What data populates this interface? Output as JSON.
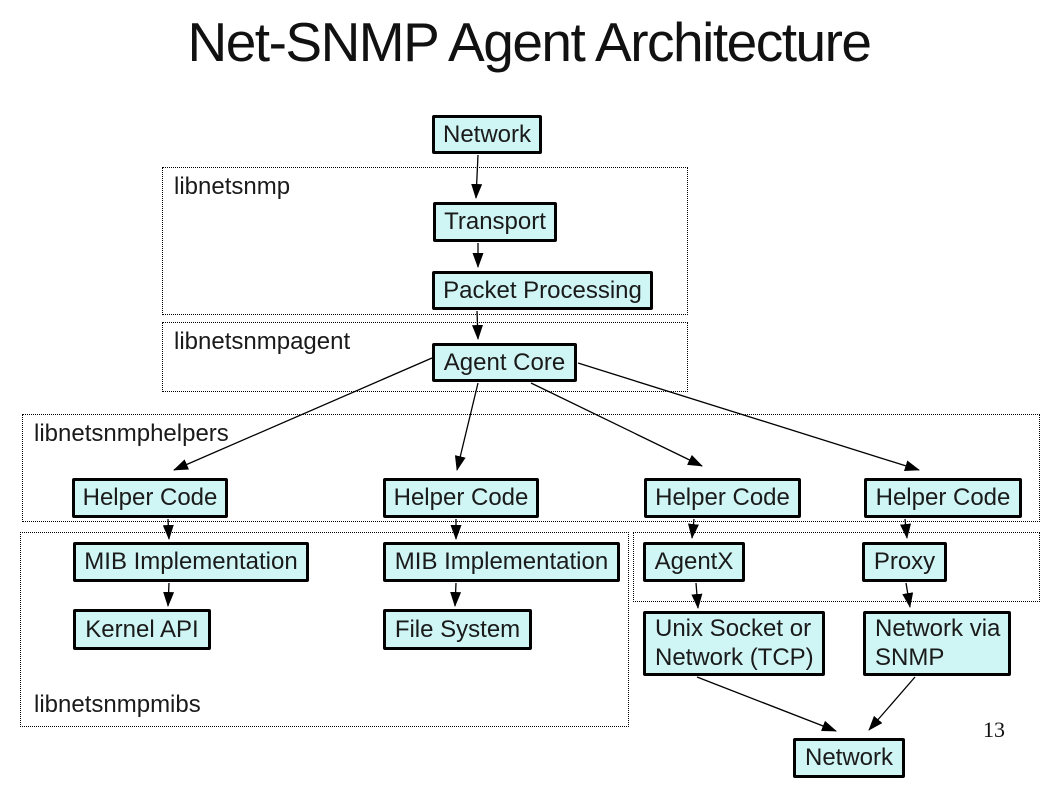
{
  "slide": {
    "title": "Net-SNMP Agent Architecture",
    "page_number": "13"
  },
  "colors": {
    "node_fill": "#cff5f4",
    "node_border": "#000000",
    "background": "#ffffff",
    "text": "#1a1a1a"
  },
  "groups": {
    "libnetsnmp": "libnetsnmp",
    "libnetsnmpagent": "libnetsnmpagent",
    "libnetsnmphelpers": "libnetsnmphelpers",
    "libnetsnmpmibs": "libnetsnmpmibs"
  },
  "nodes": {
    "network_top": "Network",
    "transport": "Transport",
    "packet_processing": "Packet Processing",
    "agent_core": "Agent Core",
    "helper_code_1": "Helper Code",
    "helper_code_2": "Helper Code",
    "helper_code_3": "Helper Code",
    "helper_code_4": "Helper Code",
    "mib_implementation_1": "MIB Implementation",
    "mib_implementation_2": "MIB Implementation",
    "agentx": "AgentX",
    "proxy": "Proxy",
    "kernel_api": "Kernel API",
    "file_system": "File System",
    "unix_socket": {
      "line1": "Unix Socket or",
      "line2": "Network (TCP)"
    },
    "network_via_snmp": {
      "line1": "Network via",
      "line2": "SNMP"
    },
    "network_bottom": "Network"
  }
}
